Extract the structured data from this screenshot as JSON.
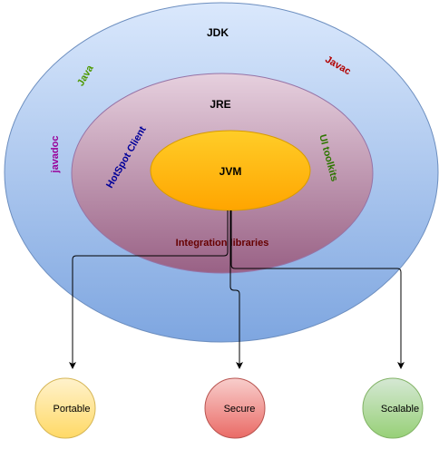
{
  "diagram": {
    "layers": {
      "jdk": {
        "label": "JDK"
      },
      "jre": {
        "label": "JRE"
      },
      "jvm": {
        "label": "JVM"
      }
    },
    "jdk_items": {
      "java": "Java",
      "javac": "Javac",
      "javadoc": "javadoc"
    },
    "jre_items": {
      "hotspot": "HotSpot Client",
      "ui_toolkits": "UI toolkits",
      "integration": "Integration libraries"
    },
    "outcomes": [
      {
        "label": "Portable"
      },
      {
        "label": "Secure"
      },
      {
        "label": "Scalable"
      }
    ],
    "colors": {
      "jdk_fill_top": "#dae8fc",
      "jdk_fill_bottom": "#7ea6e0",
      "jre_fill_top": "#e6d0de",
      "jre_fill_bottom": "#996185",
      "jvm_fill_top": "#ffcd28",
      "jvm_fill_bottom": "#ffa500",
      "portable_fill_top": "#fff2cc",
      "portable_fill_bottom": "#ffd966",
      "secure_fill_top": "#f8cecc",
      "secure_fill_bottom": "#ea6b66",
      "scalable_fill_top": "#d5e8d4",
      "scalable_fill_bottom": "#97d077",
      "java_text": "#4d9900",
      "javac_text": "#b20000",
      "javadoc_text": "#990099",
      "hotspot_text": "#000099",
      "ui_toolkits_text": "#2d7600",
      "integration_text": "#660000"
    }
  }
}
